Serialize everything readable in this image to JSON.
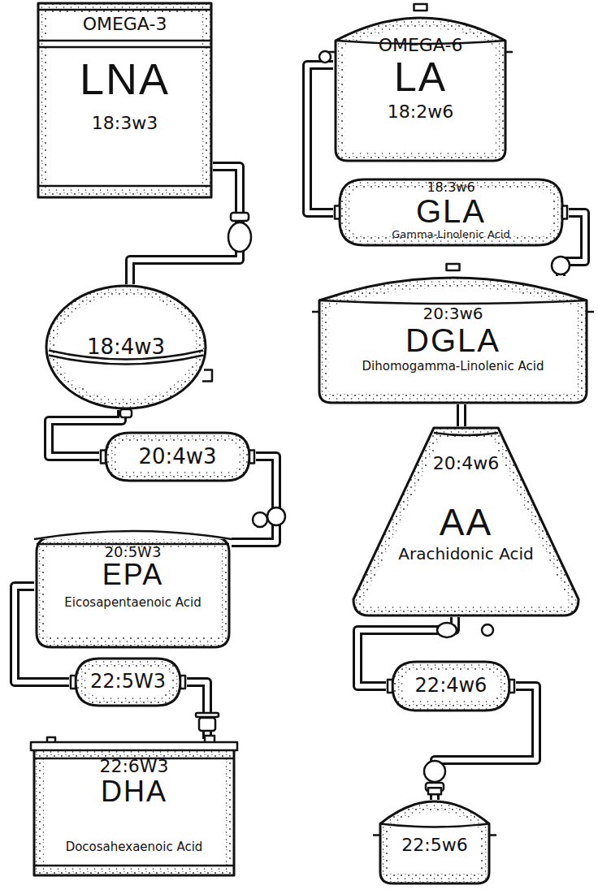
{
  "diagram": {
    "nodes": [
      {
        "text": [
          "OMEGA-3",
          "LNA",
          "18:3w3"
        ]
      },
      {
        "text": [
          "18:4w3"
        ]
      },
      {
        "text": [
          "20:4w3"
        ]
      },
      {
        "text": [
          "20:5W3",
          "EPA",
          "Eicosapentaenoic Acid"
        ]
      },
      {
        "text": [
          "22:5W3"
        ]
      },
      {
        "text": [
          "22:6W3",
          "DHA",
          "Docosahexaenoic Acid"
        ]
      },
      {
        "text": [
          "OMEGA-6",
          "LA",
          "18:2w6"
        ]
      },
      {
        "text": [
          "18:3w6",
          "GLA",
          "Gamma-Linolenic Acid"
        ]
      },
      {
        "text": [
          "20:3w6",
          "DGLA",
          "Dihomogamma-Linolenic Acid"
        ]
      },
      {
        "text": [
          "20:4w6",
          "AA",
          "Arachidonic Acid"
        ]
      },
      {
        "text": [
          "22:4w6"
        ]
      },
      {
        "text": [
          "22:5w6"
        ]
      }
    ],
    "edges": [
      {
        "from": 0,
        "to": 1,
        "arrow": "none"
      },
      {
        "from": 1,
        "to": 2,
        "arrow": "none"
      },
      {
        "from": 2,
        "to": 3,
        "arrow": "none"
      },
      {
        "from": 3,
        "to": 4,
        "arrow": "none"
      },
      {
        "from": 4,
        "to": 5,
        "arrow": "none"
      },
      {
        "from": 6,
        "to": 7,
        "arrow": "none"
      },
      {
        "from": 7,
        "to": 8,
        "arrow": "none"
      },
      {
        "from": 8,
        "to": 9,
        "arrow": "none"
      },
      {
        "from": 9,
        "to": 10,
        "arrow": "none"
      },
      {
        "from": 10,
        "to": 11,
        "arrow": "none"
      }
    ]
  }
}
